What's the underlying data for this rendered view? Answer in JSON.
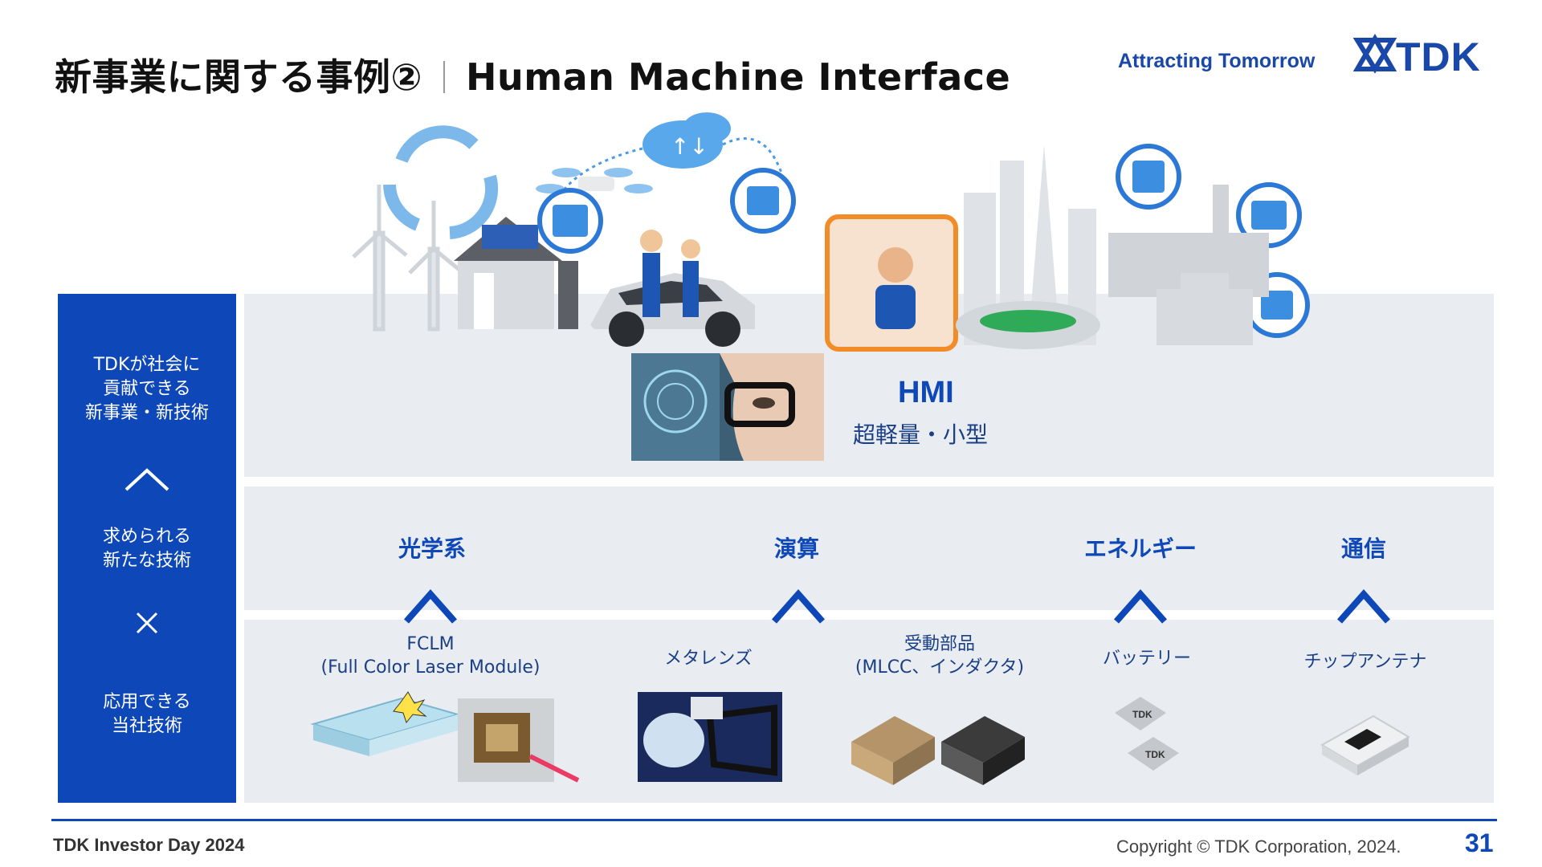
{
  "header": {
    "title_jp": "新事業に関する事例②",
    "title_en": "Human Machine Interface",
    "tagline": "Attracting Tomorrow",
    "logo_text": "TDK"
  },
  "left_panel": {
    "top_text": "TDKが社会に\n貢献できる\n新事業・新技術",
    "middle_text": "求められる\n新たな技術",
    "bottom_text": "応用できる\n当社技術",
    "caret_icon": "chevron-up-icon",
    "cross_icon": "times-icon"
  },
  "hmi": {
    "title": "HMI",
    "subtitle": "超軽量・小型"
  },
  "categories": [
    {
      "label": "光学系"
    },
    {
      "label": "演算"
    },
    {
      "label": "エネルギー"
    },
    {
      "label": "通信"
    }
  ],
  "products": [
    {
      "label": "FCLM\n(Full Color Laser Module)"
    },
    {
      "label": "メタレンズ"
    },
    {
      "label": "受動部品\n(MLCC、インダクタ)"
    },
    {
      "label": "バッテリー"
    },
    {
      "label": "チップアンテナ"
    }
  ],
  "footer": {
    "left": "TDK Investor Day 2024",
    "copyright": "Copyright © TDK Corporation, 2024.",
    "page_number": "31"
  },
  "colors": {
    "brand_blue": "#0d47b8",
    "panel_grey": "#e9edf1",
    "accent_orange": "#f28c28"
  }
}
